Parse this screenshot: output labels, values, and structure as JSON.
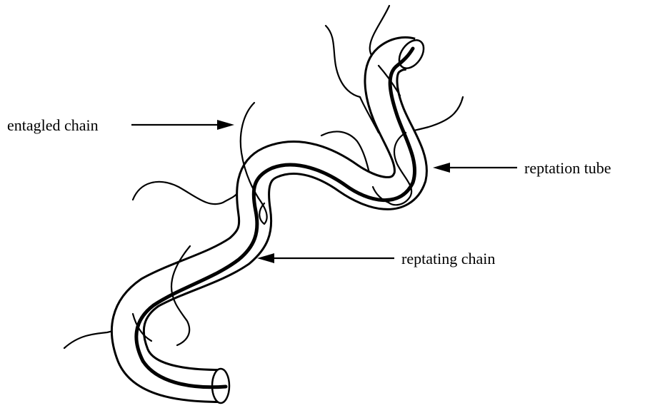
{
  "labels": {
    "entangled_chain": "entagled chain",
    "reptation_tube": "reptation tube",
    "reptating_chain": "reptating chain"
  },
  "colors": {
    "ink": "#000000",
    "background": "#ffffff"
  }
}
